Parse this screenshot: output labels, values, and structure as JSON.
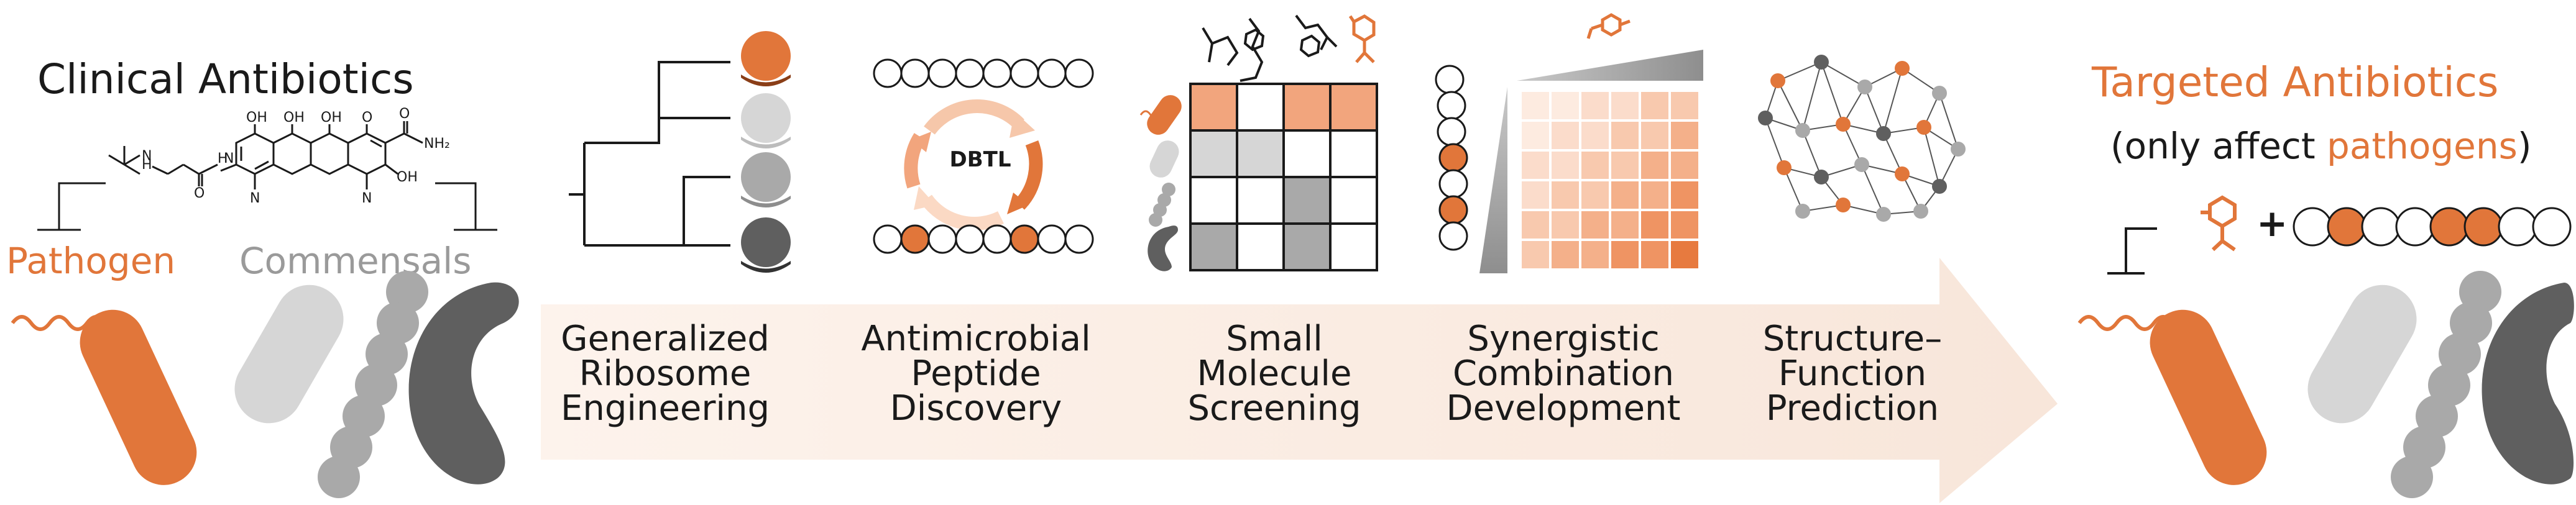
{
  "colors": {
    "pathogen": "#e1763a",
    "gray_light": "#d6d6d6",
    "gray_mid": "#a9a9a9",
    "gray_dark": "#5f5f5f",
    "arrow_fill": "#fbeee6",
    "ink": "#1a1a1a"
  },
  "left": {
    "title": "Clinical Antibiotics",
    "pathogen_label": "Pathogen",
    "commensals_label": "Commensals",
    "molecule_labels": {
      "oh": "OH",
      "nh2": "NH₂",
      "n": "N",
      "h": "H",
      "o": "O"
    }
  },
  "steps": [
    {
      "lines": [
        "Generalized",
        "Ribosome",
        "Engineering"
      ]
    },
    {
      "lines": [
        "Antimicrobial",
        "Peptide",
        "Discovery"
      ]
    },
    {
      "lines": [
        "Small",
        "Molecule",
        "Screening"
      ]
    },
    {
      "lines": [
        "Synergistic",
        "Combination",
        "Development"
      ]
    },
    {
      "lines": [
        "Structure–",
        "Function",
        "Prediction"
      ]
    }
  ],
  "dbtl_label": "DBTL",
  "right": {
    "title": "Targeted Antibiotics",
    "subtitle_pre": "(only affect ",
    "subtitle_highlight": "pathogens",
    "subtitle_post": ")",
    "plus": "+"
  }
}
